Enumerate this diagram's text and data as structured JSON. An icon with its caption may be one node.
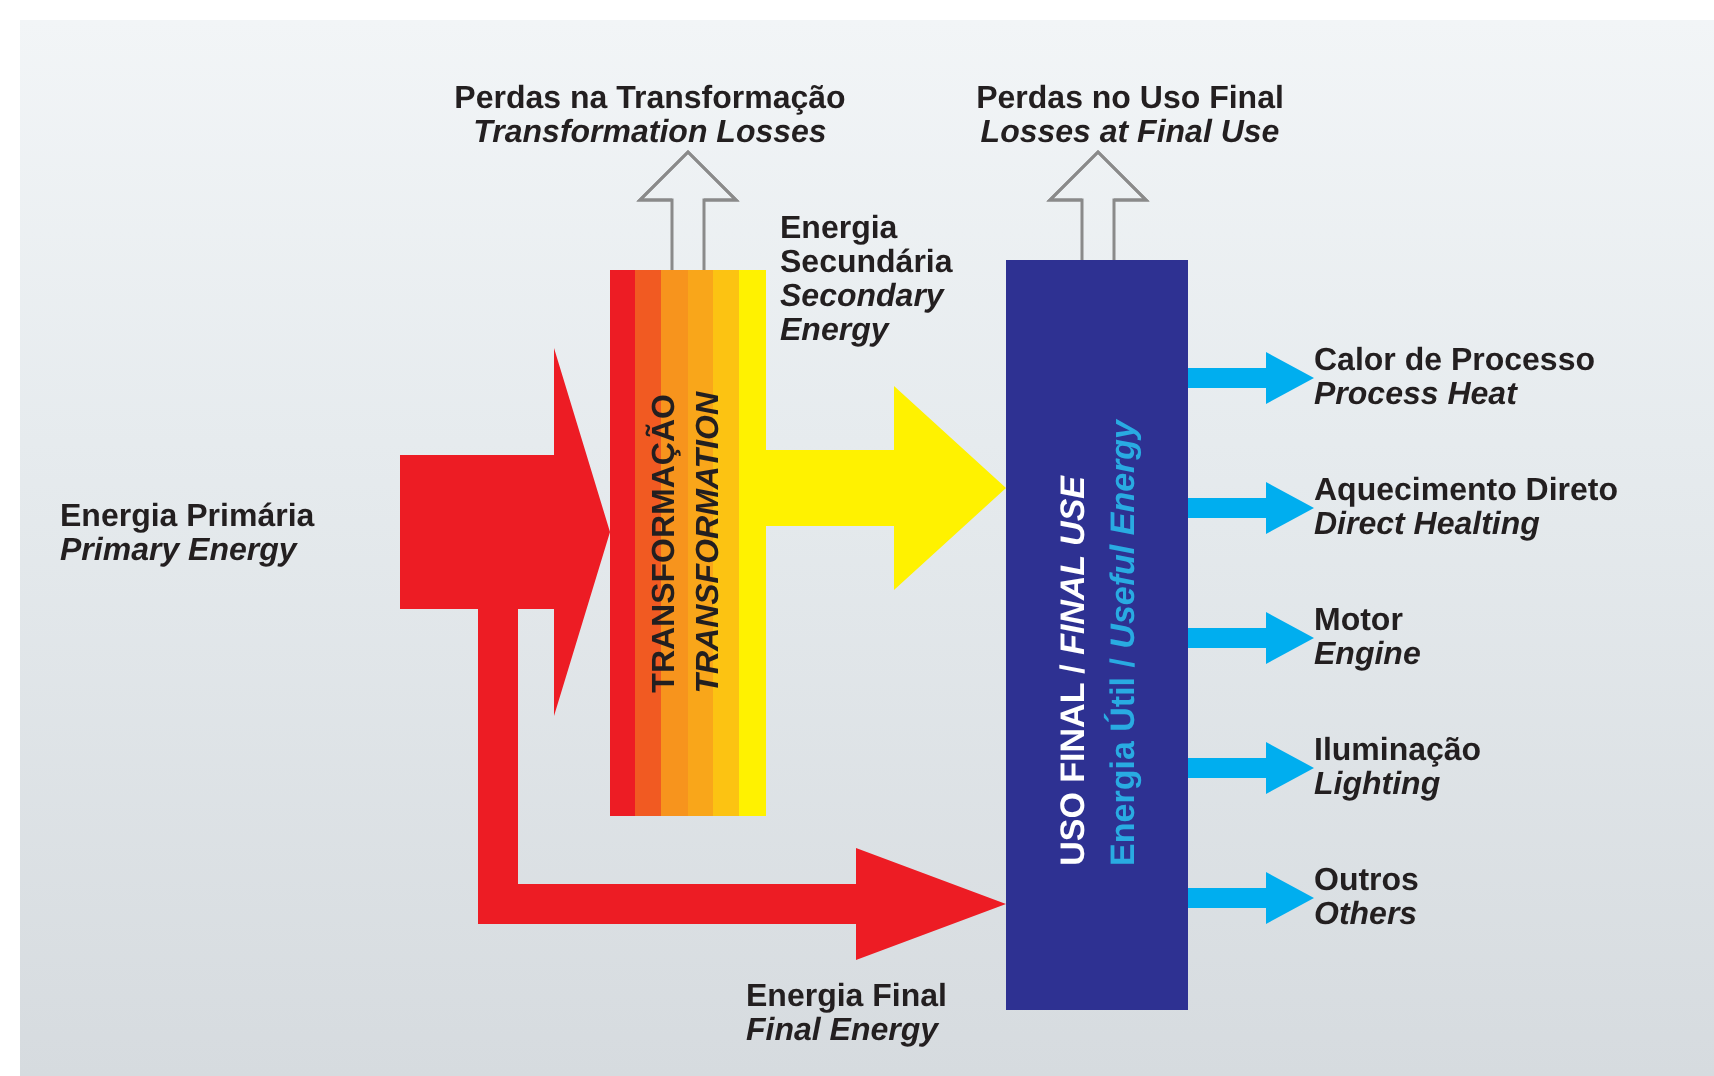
{
  "diagram": {
    "nodes": [
      {
        "text": [
          "Energia Primária",
          "Primary Energy"
        ]
      },
      {
        "text": [
          "TRANSFORMAÇÃO",
          "TRANSFORMATION"
        ]
      },
      {
        "text": [
          "Perdas na Transformação",
          "Transformation Losses"
        ]
      },
      {
        "text": [
          "USO FINAL / *FINAL USE*",
          "Energia Útil / *Useful Energy*"
        ]
      },
      {
        "text": [
          "Perdas no Uso Final",
          "Losses at Final Use"
        ]
      },
      {
        "text": [
          "Calor de Processo",
          "Process Heat"
        ]
      },
      {
        "text": [
          "Aquecimento Direto",
          "Direct Healting"
        ]
      },
      {
        "text": [
          "Motor",
          "Engine"
        ]
      },
      {
        "text": [
          "Iluminação",
          "Lighting"
        ]
      },
      {
        "text": [
          "Outros",
          "Others"
        ]
      }
    ],
    "edges": [
      {
        "from": 0,
        "to": 1,
        "arrow": "to",
        "style": "thick",
        "color": "#ed1c24"
      },
      {
        "from": 0,
        "to": 3,
        "arrow": "to",
        "style": "thick",
        "color": "#ed1c24"
      },
      {
        "from": 1,
        "to": 3,
        "arrow": "to",
        "style": "thick",
        "color": "#fff200"
      },
      {
        "from": 1,
        "to": 2,
        "arrow": "to",
        "color": "#8a8a8a"
      },
      {
        "from": 3,
        "to": 4,
        "arrow": "to",
        "color": "#8a8a8a"
      },
      {
        "from": 3,
        "to": 5,
        "arrow": "to",
        "style": "thick"
      },
      {
        "from": 3,
        "to": 6,
        "arrow": "to",
        "style": "thick"
      },
      {
        "from": 3,
        "to": 7,
        "arrow": "to",
        "style": "thick"
      },
      {
        "from": 3,
        "to": 8,
        "arrow": "to",
        "style": "thick"
      },
      {
        "from": 3,
        "to": 9,
        "arrow": "to",
        "style": "thick"
      }
    ],
    "labels": [
      "Energia Secundária",
      "Secondary Energy",
      "Energia Final",
      "Final Energy"
    ]
  }
}
